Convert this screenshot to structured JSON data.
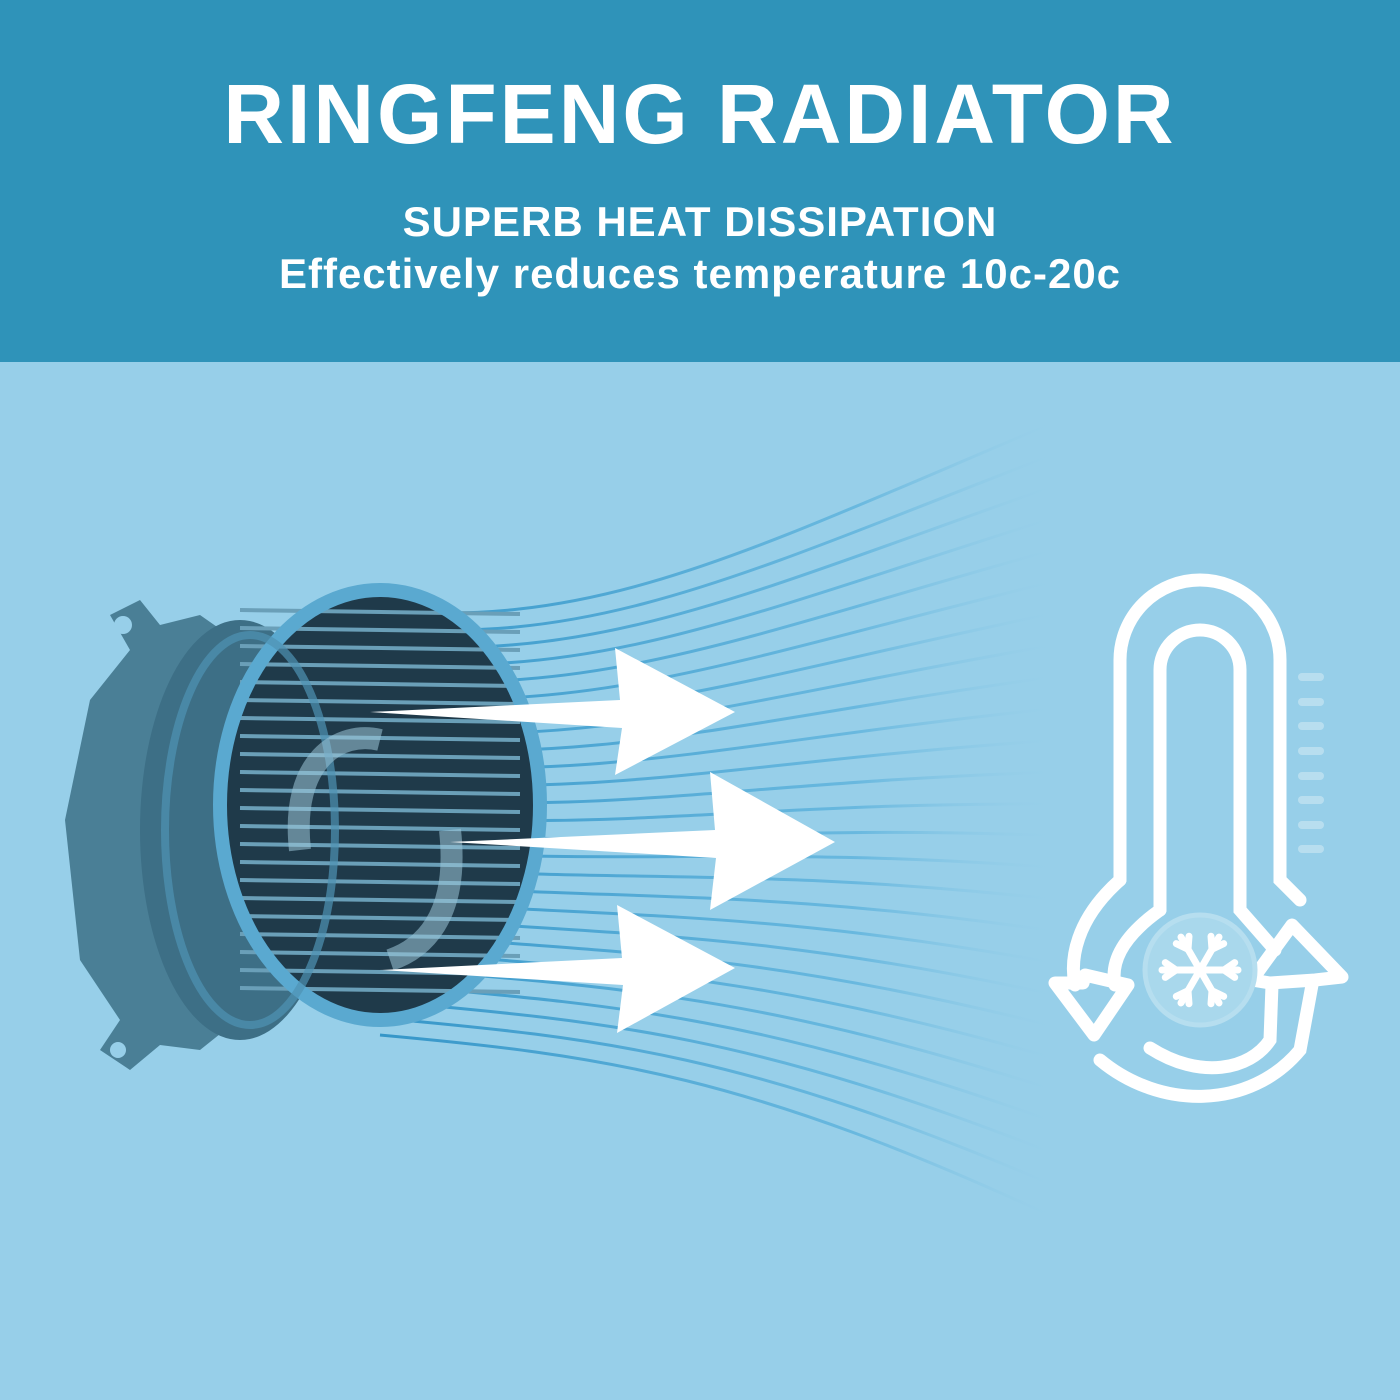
{
  "header": {
    "title": "RINGFENG RADIATOR",
    "subtitle": "SUPERB HEAT DISSIPATION",
    "tagline": "Effectively reduces temperature 10c-20c"
  },
  "colors": {
    "header_bg": "#2f93b9",
    "scene_bg": "#97cfe9",
    "fan": "#3b6f86",
    "white": "#ffffff"
  },
  "icons": [
    "fan-image",
    "airflow-arrow-icon",
    "thermometer-icon",
    "snowflake-icon",
    "circular-arrows-icon"
  ]
}
